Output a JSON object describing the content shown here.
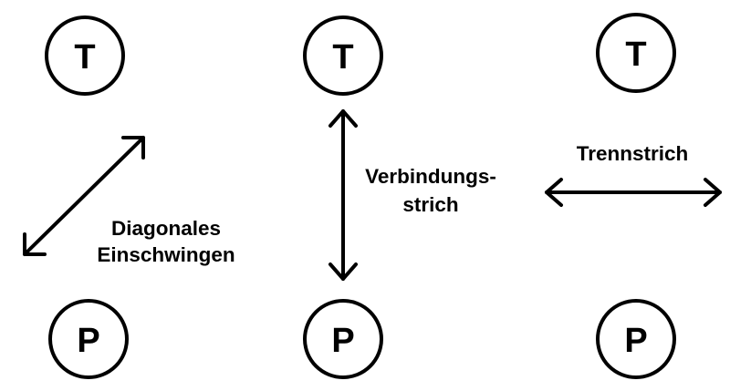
{
  "nodes": {
    "top_letter": "T",
    "bottom_letter": "P"
  },
  "labels": {
    "diagonal_line1": "Diagonales",
    "diagonal_line2": "Einschwingen",
    "connection_line1": "Verbindungs-",
    "connection_line2": "strich",
    "separator": "Trennstrich"
  },
  "colors": {
    "stroke": "#000000",
    "background": "#ffffff"
  }
}
